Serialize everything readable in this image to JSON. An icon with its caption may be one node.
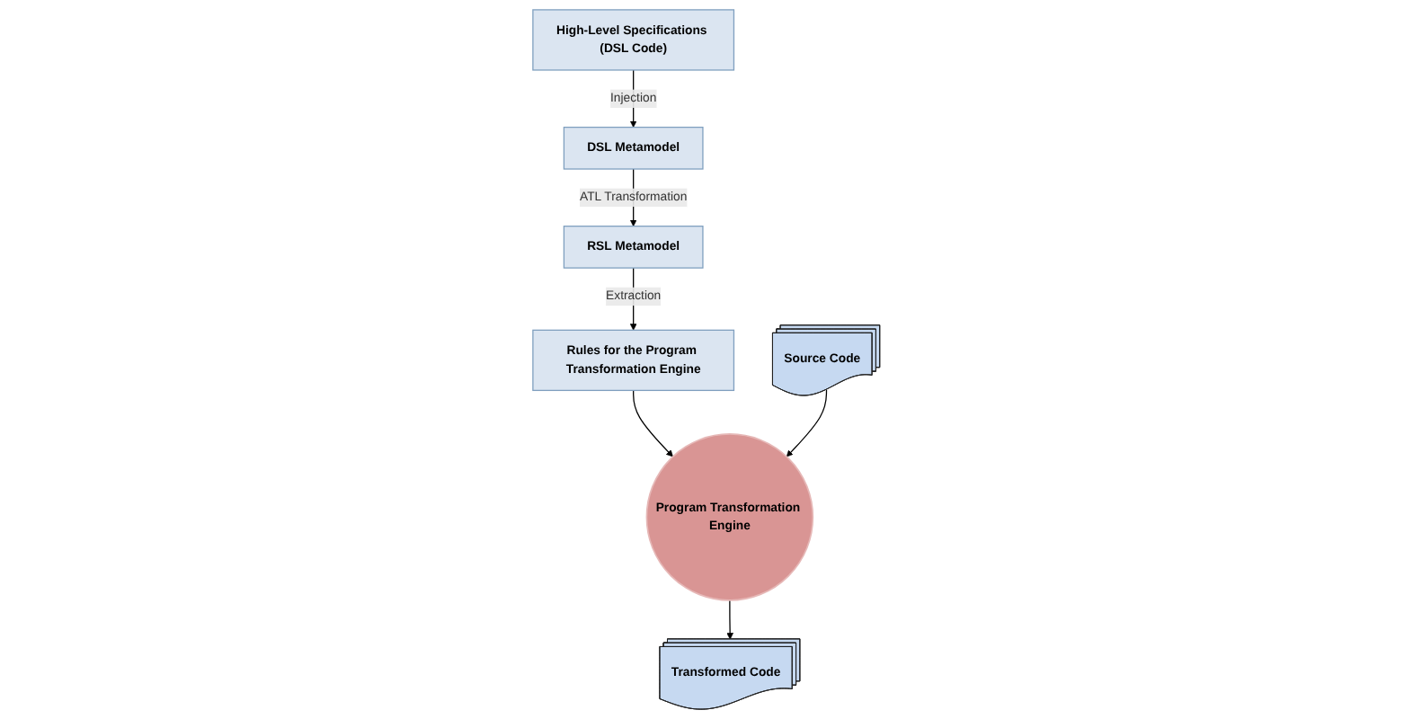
{
  "diagram": {
    "nodes": [
      {
        "text": [
          "High-Level Specifications (DSL Code)"
        ]
      },
      {
        "text": [
          "DSL Metamodel"
        ]
      },
      {
        "text": [
          "RSL Metamodel"
        ]
      },
      {
        "text": [
          "Rules for the Program Transformation Engine"
        ]
      },
      {
        "text": [
          "Source Code"
        ]
      },
      {
        "text": [
          "Program Transformation Engine"
        ]
      },
      {
        "text": [
          "Transformed Code"
        ]
      }
    ],
    "edges": [
      {
        "from": 0,
        "to": 1,
        "arrow": "to",
        "label": "Injection"
      },
      {
        "from": 1,
        "to": 2,
        "arrow": "to",
        "label": "ATL Transformation"
      },
      {
        "from": 2,
        "to": 3,
        "arrow": "to",
        "label": "Extraction"
      },
      {
        "from": 3,
        "to": 5,
        "arrow": "to"
      },
      {
        "from": 4,
        "to": 5,
        "arrow": "to"
      },
      {
        "from": 5,
        "to": 6,
        "arrow": "to"
      }
    ]
  }
}
